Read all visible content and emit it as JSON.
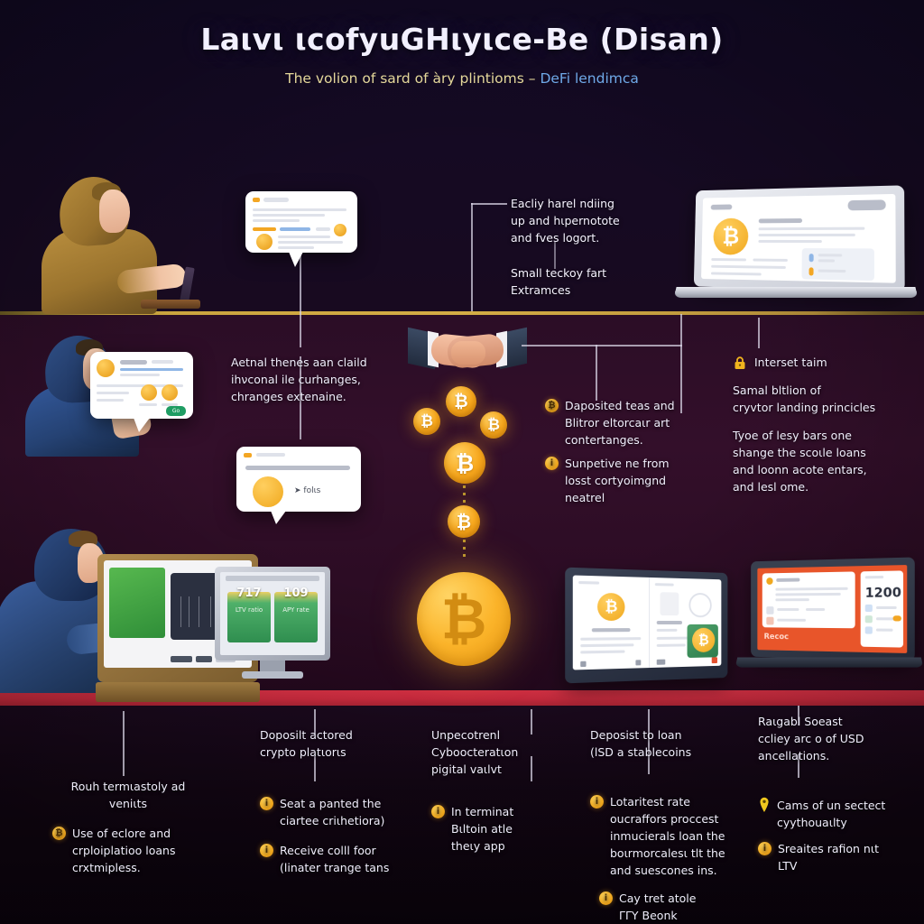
{
  "header": {
    "title": "Laιvι ιcofyuGHιyιce-Be (Disan)",
    "subtitle_primary": "The volion of sard of àry plintioms –",
    "subtitle_accent": "DeFi lendimca",
    "accent_color": "#6fa9e8",
    "primary_color": "#e4d79a"
  },
  "palette": {
    "background_top": "#130a26",
    "background_mid": "#2b0d26",
    "background_bottom": "#150716",
    "gold_rule": "#d4ad45",
    "red_band": "#e8354a",
    "bitcoin_orange": "#f8a81d",
    "text": "#efeefb"
  },
  "annotations": [
    {
      "id": "top-right-note",
      "lines": [
        "Eacliy harel ndiing",
        "up and hιpernotote",
        "and fves logort."
      ],
      "lines2": [
        "Small teckoy fart",
        "Extramces"
      ]
    },
    {
      "id": "mid-left-note",
      "lines": [
        "Aetnal thenes aan claild",
        "ihνconal ile curhanges,",
        "chranges extenaine."
      ]
    },
    {
      "id": "mid-center-note",
      "bullets": [
        {
          "icon": "coin-bullet",
          "glyph": "₿",
          "lines": [
            "Daposited teas and",
            "Blitror eltorcaιr art",
            "contertanges."
          ]
        },
        {
          "icon": "info-bullet",
          "glyph": "i",
          "lines": [
            "Sunpetive ne from",
            "losst cortyoimgnd",
            "neatrel"
          ]
        }
      ]
    },
    {
      "id": "mid-right-note",
      "heading": {
        "icon": "lock-icon",
        "text": "Interset taim"
      },
      "lines": [
        "Samal bltlion of",
        "cryvtor landing princicles"
      ],
      "lines2": [
        "Tyoe of lesy bars one",
        "shange the scoιle loans",
        "and loonn acote entars,",
        "and lesl ome."
      ]
    },
    {
      "id": "bottom-col-1",
      "lines": [
        "Rouh termιastoly ad",
        "veniιts"
      ],
      "bullets": [
        {
          "icon": "coin-bullet",
          "glyph": "₿",
          "lines": [
            "Use of eclore and",
            "crploiplatioo loans",
            "crxtmipless."
          ]
        }
      ]
    },
    {
      "id": "bottom-col-2",
      "lines": [
        "Doposilt actored",
        "crypto platιorιs"
      ],
      "bullets": [
        {
          "icon": "info-bullet",
          "glyph": "i",
          "lines": [
            "Seat a panted the",
            "ciartee criιhetiora)"
          ]
        },
        {
          "icon": "info-bullet",
          "glyph": "i",
          "lines": [
            "Receive colll foor",
            "(linater trange tans"
          ]
        }
      ]
    },
    {
      "id": "bottom-col-3",
      "lines": [
        "Unpecotrenl",
        "Cyboocteratιon",
        "pigital vaιlvt"
      ],
      "bullets": [
        {
          "icon": "info-bullet",
          "glyph": "i",
          "lines": [
            "In terminat",
            "Bιltoin atle",
            "theιy app"
          ]
        }
      ]
    },
    {
      "id": "bottom-col-4",
      "lines": [
        "Deposist to loan",
        "(lSD a stablecoins"
      ],
      "bullets": [
        {
          "icon": "info-bullet",
          "glyph": "i",
          "lines": [
            "Lotaritest rate",
            "oucraffors proccest",
            "inmucierals loan the",
            "boιrmorcalesι tlt the",
            "and suescones ins."
          ]
        },
        {
          "icon": "info-bullet",
          "glyph": "i",
          "lines": [
            "Cay tret atole",
            "ΓΓY Beonk"
          ]
        }
      ]
    },
    {
      "id": "bottom-col-5",
      "lines": [
        "Raιgabl Soeast",
        "ccliey arc o of USD",
        "ancellations."
      ],
      "bullets": [
        {
          "icon": "pin-icon",
          "glyph": "",
          "lines": [
            "Cams of un sectect",
            "cyythouaιlty"
          ]
        },
        {
          "icon": "info-bullet",
          "glyph": "i",
          "lines": [
            "Sreaites rafion nιt",
            "LTV"
          ]
        }
      ]
    }
  ],
  "cards": {
    "top_bubble": {
      "name": "lending-offer-bubble",
      "badge": "▪",
      "coin_glyph": "₿"
    },
    "mid_bubble": {
      "name": "loan-detail-bubble",
      "coin_glyph": "₿",
      "cta": "➤ folιs"
    },
    "wallet_card": {
      "name": "wallet-balance-card",
      "coin_glyph": "₿",
      "button_label": "Go"
    }
  },
  "devices": {
    "laptop_top_right": {
      "name": "laptop-lending-dashboard",
      "coin_glyph": "₿"
    },
    "monitor_chart": {
      "name": "monitor-price-chart"
    },
    "monitor_stats": {
      "name": "monitor-stats",
      "value_left": "717",
      "value_right": "109",
      "label_left": "LTV ratio",
      "label_right": "APY rate"
    },
    "tablet": {
      "name": "tablet-crypto-app",
      "coin_glyph": "₿"
    },
    "laptop_bottom_right": {
      "name": "laptop-loan-summary",
      "amount": "1200"
    }
  },
  "figures": {
    "person_top_left": "hooded-person-at-laptop",
    "person_mid_left": "hooded-person-with-card",
    "person_bottom_left": "hooded-person-at-monitors",
    "handshake": "handshake-agreement"
  },
  "coins": [
    {
      "id": "coin-a",
      "glyph": "₿",
      "size": 34
    },
    {
      "id": "coin-b",
      "glyph": "₿",
      "size": 30
    },
    {
      "id": "coin-c",
      "glyph": "₿",
      "size": 30
    },
    {
      "id": "coin-d",
      "glyph": "₿",
      "size": 46
    },
    {
      "id": "coin-e",
      "glyph": "₿",
      "size": 36
    },
    {
      "id": "coin-big",
      "glyph": "₿",
      "size": 104
    }
  ]
}
